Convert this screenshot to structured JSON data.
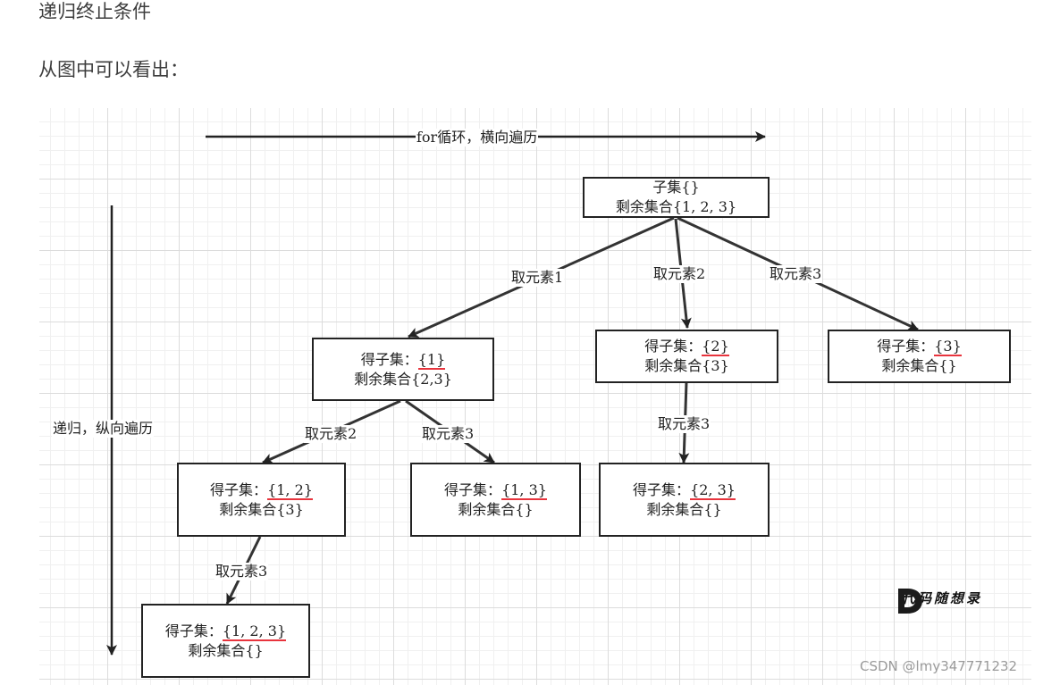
{
  "headings": {
    "termination": "递归终止条件",
    "observe": "从图中可以看出："
  },
  "labels": {
    "for_loop": "for循环，横向遍历",
    "recursion": "递归，纵向遍历"
  },
  "nodes": {
    "root": {
      "line1": "子集{}",
      "line2": "剩余集合{1, 2, 3}"
    },
    "n1": {
      "prefix": "得子集：",
      "set": "{1}",
      "line2": "剩余集合{2,3}"
    },
    "n2": {
      "prefix": "得子集：",
      "set": "{2}",
      "line2": "剩余集合{3}"
    },
    "n3": {
      "prefix": "得子集：",
      "set": "{3}",
      "line2": "剩余集合{}"
    },
    "n12": {
      "prefix": "得子集：",
      "set": "{1, 2}",
      "line2": "剩余集合{3}"
    },
    "n13": {
      "prefix": "得子集：",
      "set": "{1, 3}",
      "line2": "剩余集合{}"
    },
    "n23": {
      "prefix": "得子集：",
      "set": "{2, 3}",
      "line2": "剩余集合{}"
    },
    "n123": {
      "prefix": "得子集：",
      "set": "{1, 2, 3}",
      "line2": "剩余集合{}"
    }
  },
  "edges": {
    "root_n1": "取元素1",
    "root_n2": "取元素2",
    "root_n3": "取元素3",
    "n1_n12": "取元素2",
    "n1_n13": "取元素3",
    "n2_n23": "取元素3",
    "n12_n123": "取元素3"
  },
  "logo": {
    "text": "代码随想录"
  },
  "watermark": "CSDN @lmy347771232",
  "colors": {
    "underline": "#e8343d",
    "stroke": "#222222",
    "grid": "#dcdcdc"
  }
}
